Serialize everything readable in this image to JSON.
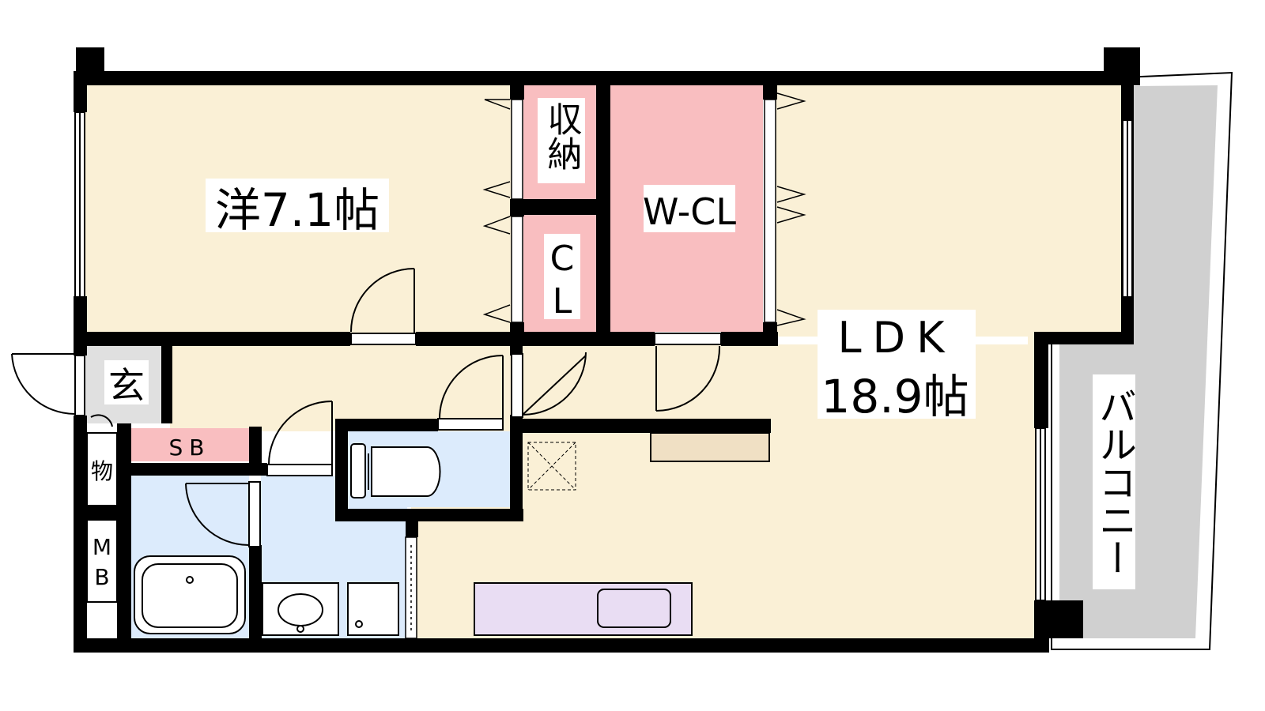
{
  "colors": {
    "floor": "#FAF0D6",
    "storage": "#F9BEC0",
    "wet_area": "#DCEBFC",
    "entrance": "#E0E0E0",
    "balcony": "#D0D0D0",
    "kitchen": "#E9DDF3",
    "shelf": "#F0E0C4",
    "wall": "#000000"
  },
  "rooms": {
    "western_room": "洋7.1帖",
    "storage_1": "収納",
    "closet_c": "C",
    "closet_l": "L",
    "walk_in_closet": "W-CL",
    "ldk": "LDK",
    "ldk_size": "18.9帖",
    "entrance": "玄",
    "shoe_box": "SB",
    "storage_small": "物",
    "meter_box_m": "M",
    "meter_box_b": "B",
    "balcony": "バルコニー"
  },
  "icons": [
    "hinged-door-icon",
    "folding-door-icon",
    "window-icon",
    "toilet-icon",
    "bathtub-icon",
    "washbasin-icon",
    "washing-machine-pan-icon",
    "sink-icon",
    "floor-hatch-icon"
  ]
}
